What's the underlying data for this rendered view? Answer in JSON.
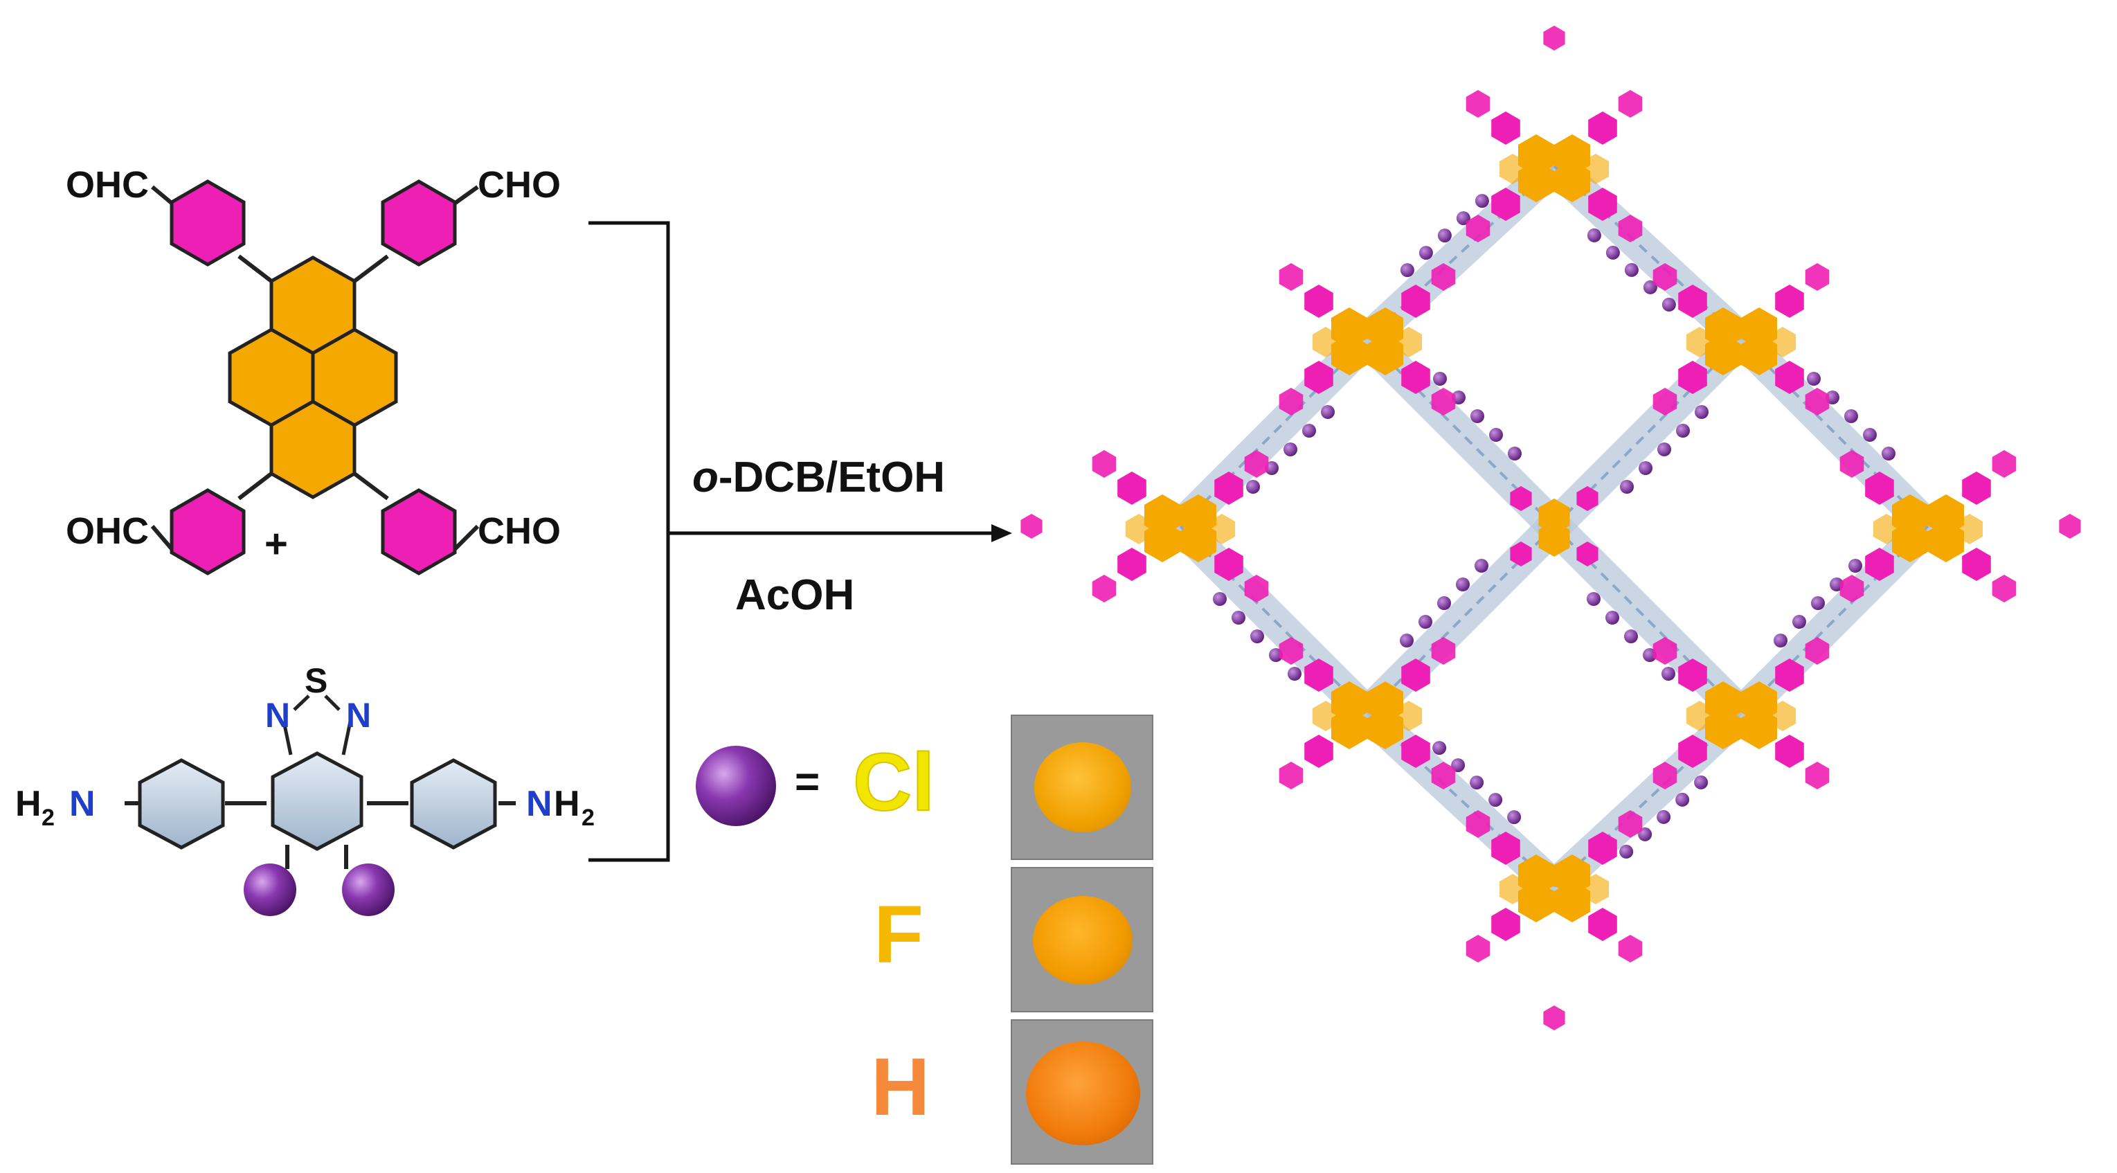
{
  "reactant_aldehyde": {
    "cho_top_left": "OHC",
    "cho_top_right": "CHO",
    "cho_bottom_left": "OHC",
    "cho_bottom_right": "CHO",
    "plus": "+"
  },
  "reactant_amine": {
    "amine_left_h": "H",
    "amine_left_sub": "2",
    "amine_left_n": "N",
    "amine_right_n": "N",
    "amine_right_h": "H",
    "amine_right_sub": "2",
    "thiadiazole_s": "S",
    "thiadiazole_n_left": "N",
    "thiadiazole_n_right": "N"
  },
  "conditions": {
    "solvent_italic": "o",
    "solvent_rest": "-DCB/EtOH",
    "catalyst": "AcOH"
  },
  "legend": {
    "equals": "=",
    "substituents": [
      {
        "label": "Cl",
        "color": "#f2e600"
      },
      {
        "label": "F",
        "color": "#f5b800"
      },
      {
        "label": "H",
        "color": "#f58a3c"
      }
    ]
  },
  "colors": {
    "pyrene": "#f5a800",
    "phenyl_pink": "#ee1fb4",
    "amine_blue": "#b9c9dc",
    "halogen_purple": "#7e2fa0",
    "nitrogen": "#1f3fc8"
  }
}
